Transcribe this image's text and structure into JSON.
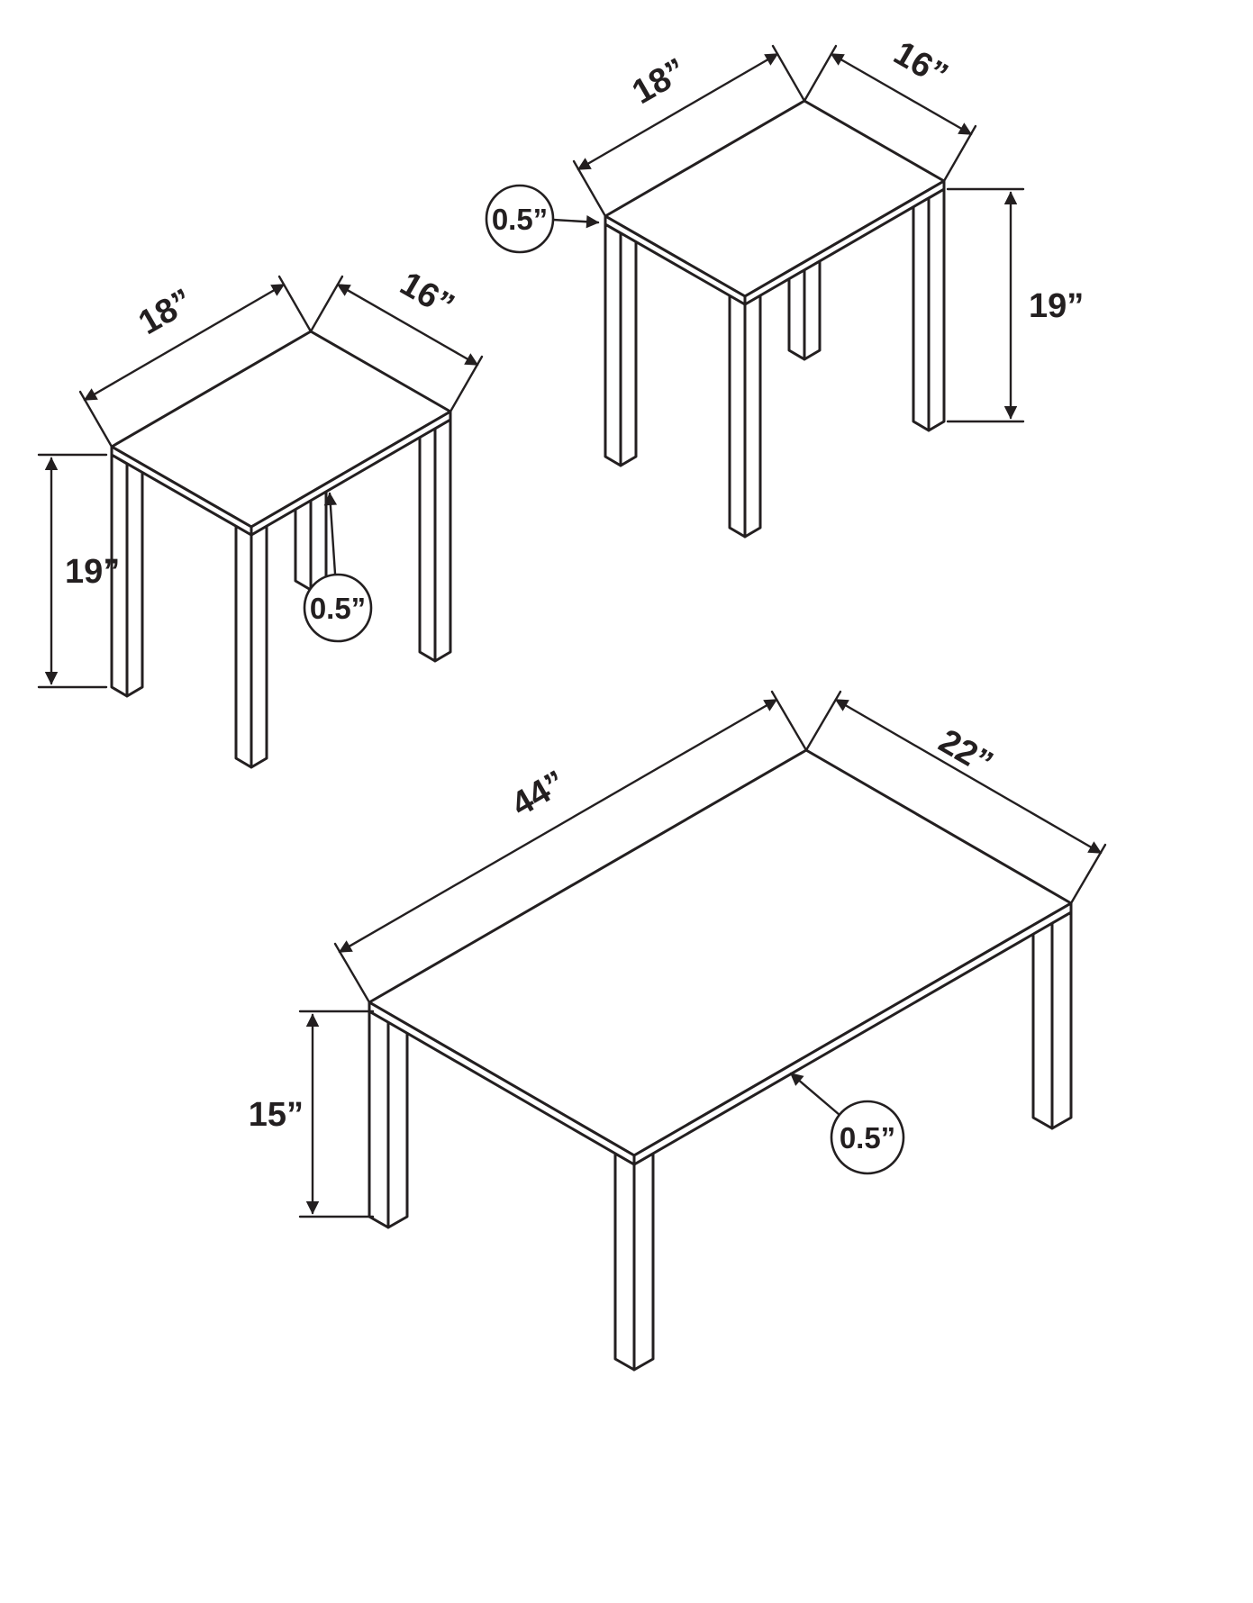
{
  "diagram": {
    "background_color": "#ffffff",
    "line_color": "#231f20",
    "tables": {
      "end_table_left": {
        "length_label": "18”",
        "width_label": "16”",
        "height_label": "19”",
        "top_thickness_label": "0.5”"
      },
      "end_table_right": {
        "length_label": "18”",
        "width_label": "16”",
        "height_label": "19”",
        "top_thickness_label": "0.5”"
      },
      "coffee_table": {
        "length_label": "44”",
        "width_label": "22”",
        "height_label": "15”",
        "top_thickness_label": "0.5”"
      }
    }
  }
}
